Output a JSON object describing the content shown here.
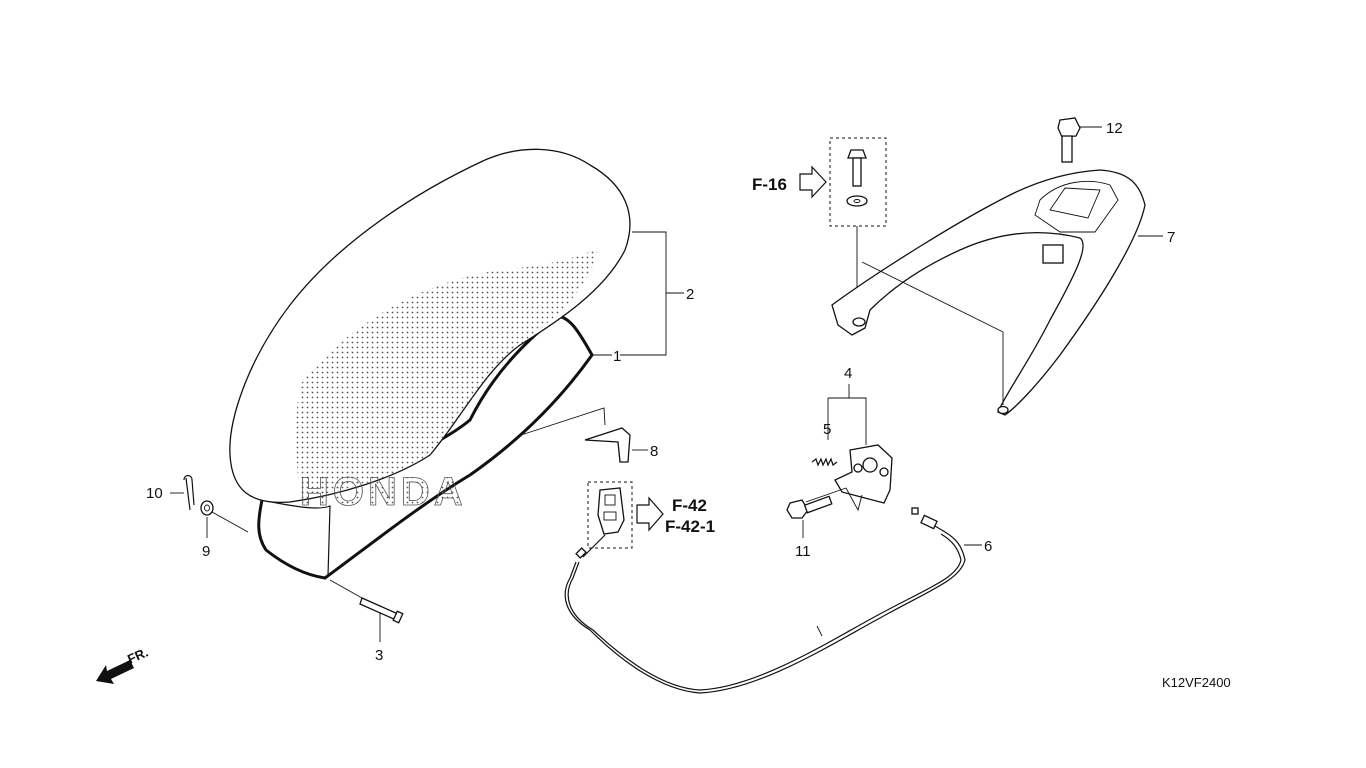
{
  "diagram": {
    "diagram_code": "K12VF2400",
    "front_indicator": "FR.",
    "part_numbers": [
      "1",
      "2",
      "3",
      "4",
      "5",
      "6",
      "7",
      "8",
      "9",
      "10",
      "11",
      "12"
    ],
    "references": [
      "F-16",
      "F-42",
      "F-42-1"
    ],
    "logo_text": "HONDA"
  }
}
